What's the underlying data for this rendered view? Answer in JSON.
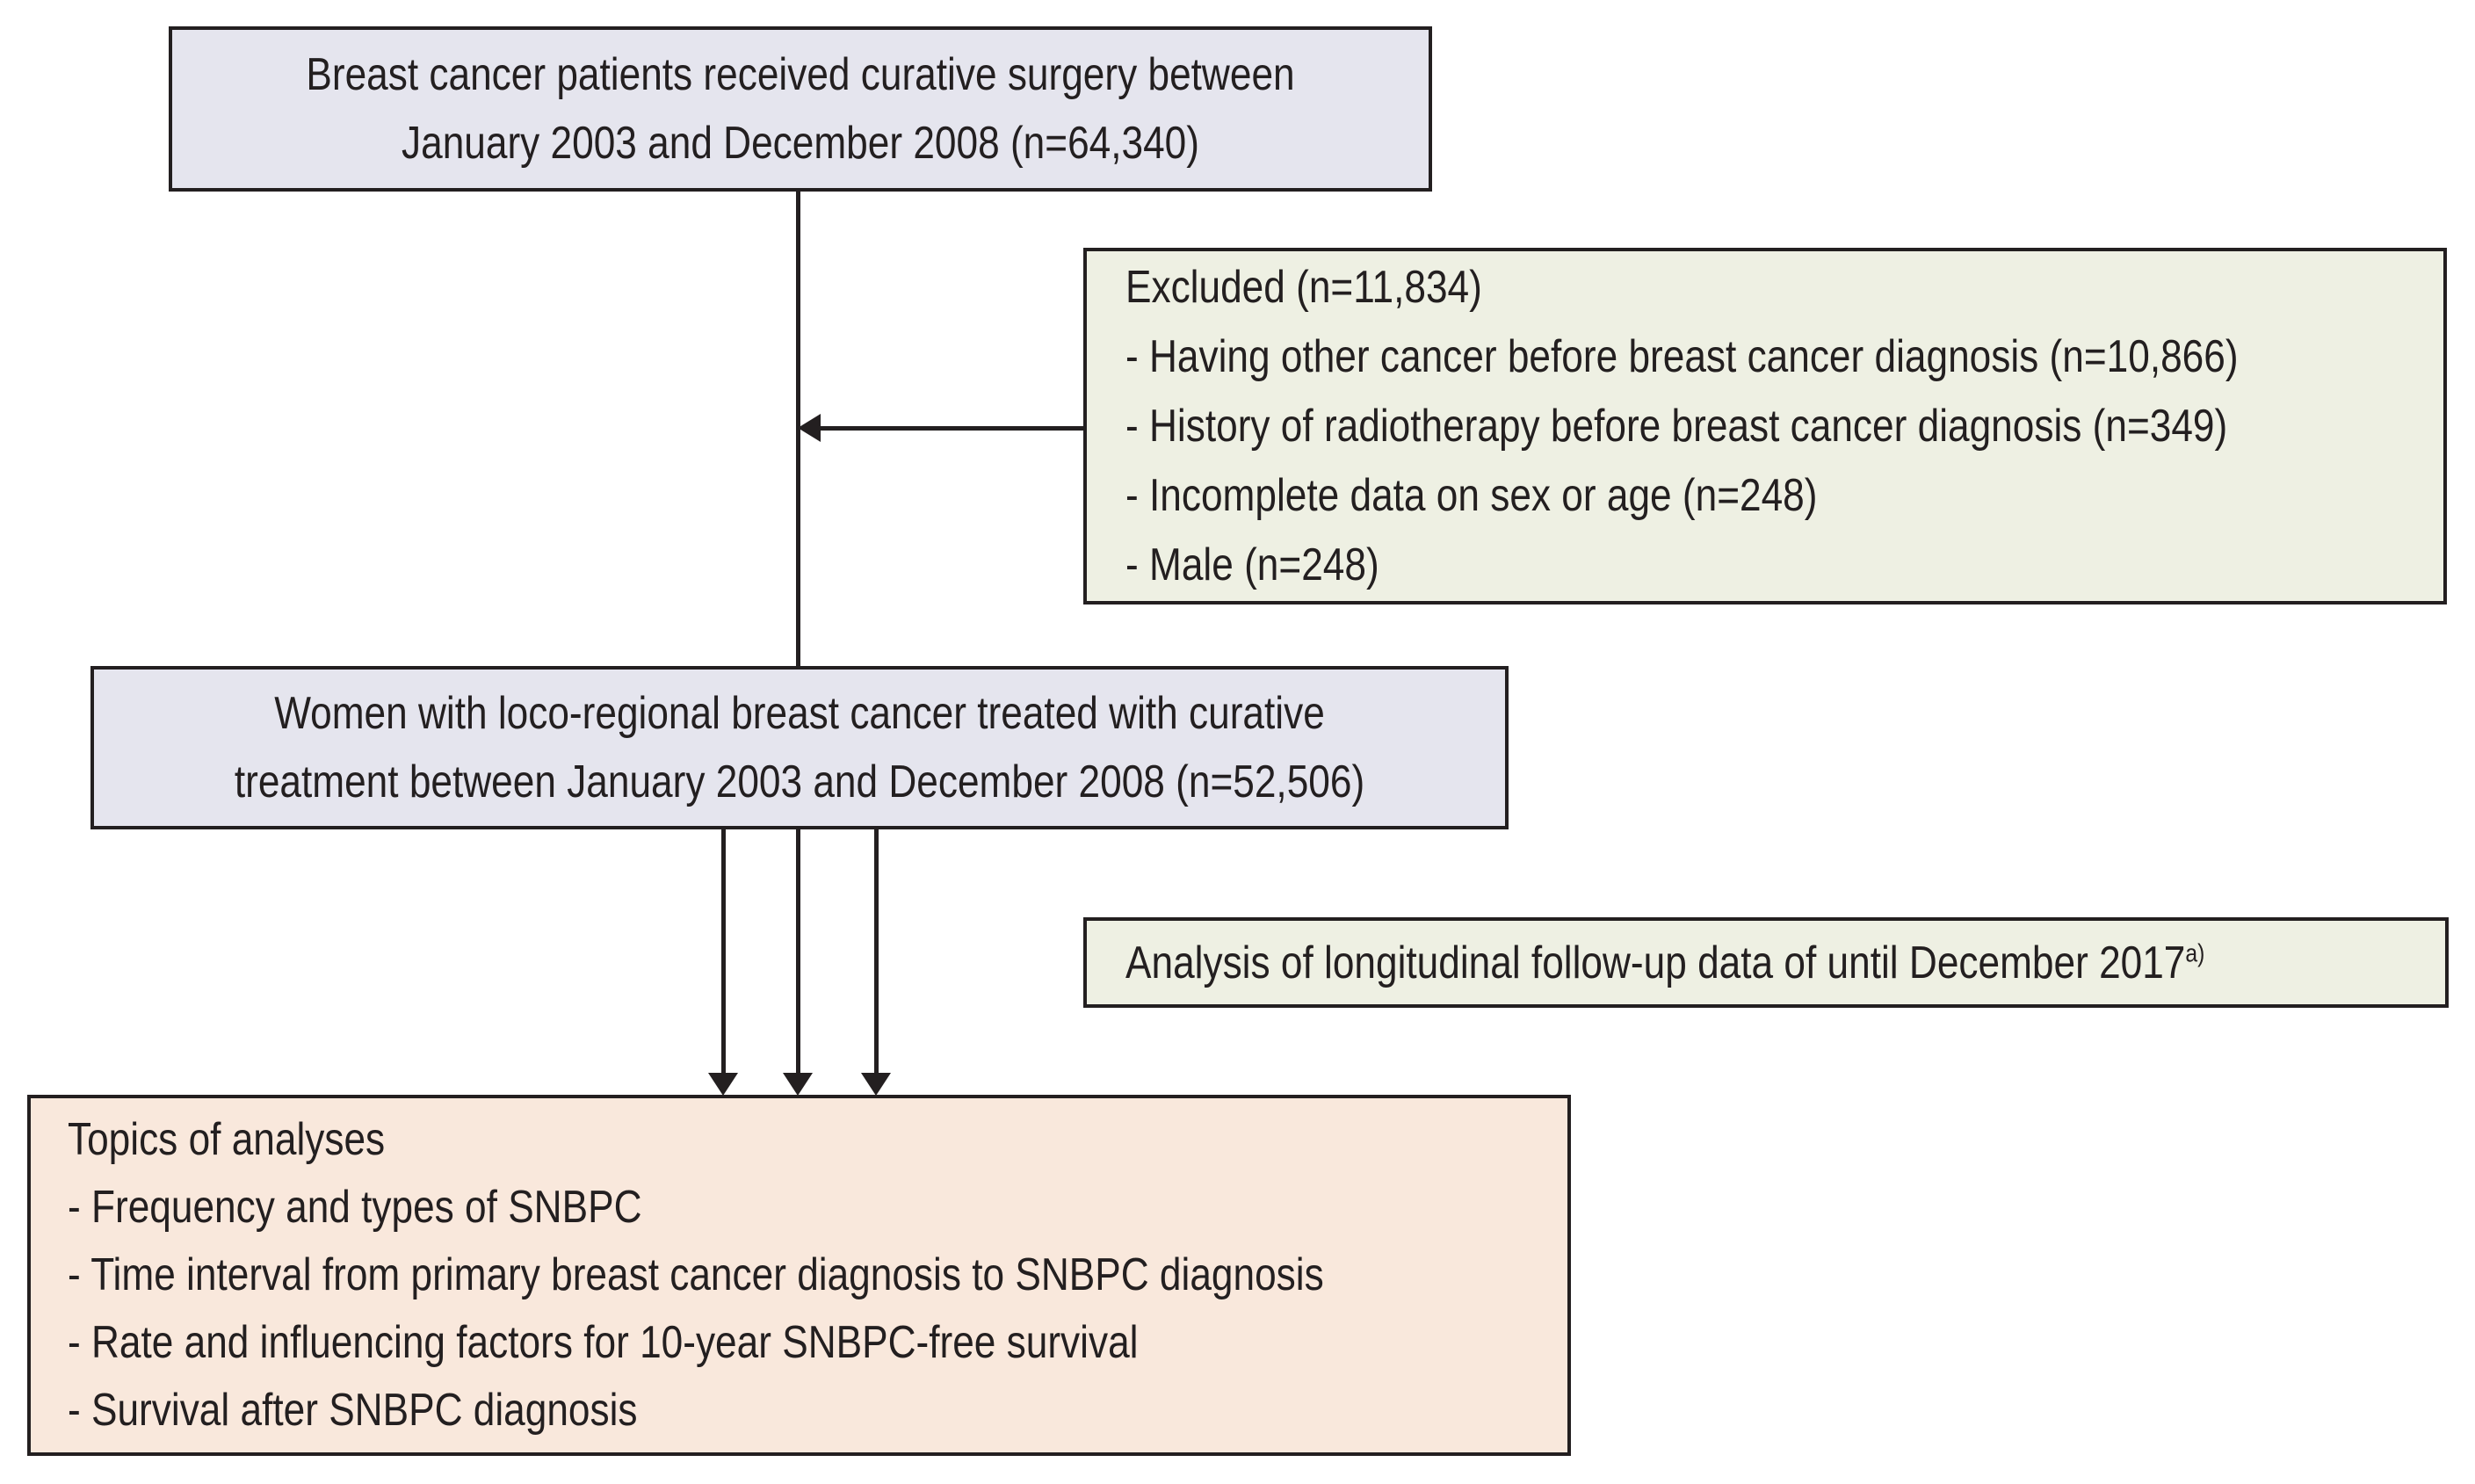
{
  "colors": {
    "ink": "#231f20",
    "lavender": "#e5e5ee",
    "green": "#eef0e3",
    "pink": "#f9e8dc"
  },
  "boxes": {
    "top": {
      "lines": [
        "Breast cancer patients received curative surgery between",
        "January 2003 and December 2008 (n=64,340)"
      ]
    },
    "excluded": {
      "title": "Excluded (n=11,834)",
      "items": [
        "- Having other cancer before breast cancer diagnosis (n=10,866)",
        "- History of radiotherapy before breast cancer diagnosis (n=349)",
        "- Incomplete data on sex or age (n=248)",
        "- Male (n=248)"
      ]
    },
    "cohort": {
      "lines": [
        "Women with loco-regional breast cancer treated with curative",
        "treatment between January 2003 and December 2008 (n=52,506)"
      ]
    },
    "analysis": {
      "text": "Analysis of longitudinal follow-up data of until December 2017",
      "superscript": "a)"
    },
    "topics": {
      "title": "Topics of analyses",
      "items": [
        "- Frequency and types of SNBPC",
        "- Time interval from primary breast cancer diagnosis to SNBPC diagnosis",
        "- Rate and influencing factors for 10-year SNBPC-free survival",
        "- Survival after SNBPC diagnosis"
      ]
    }
  }
}
